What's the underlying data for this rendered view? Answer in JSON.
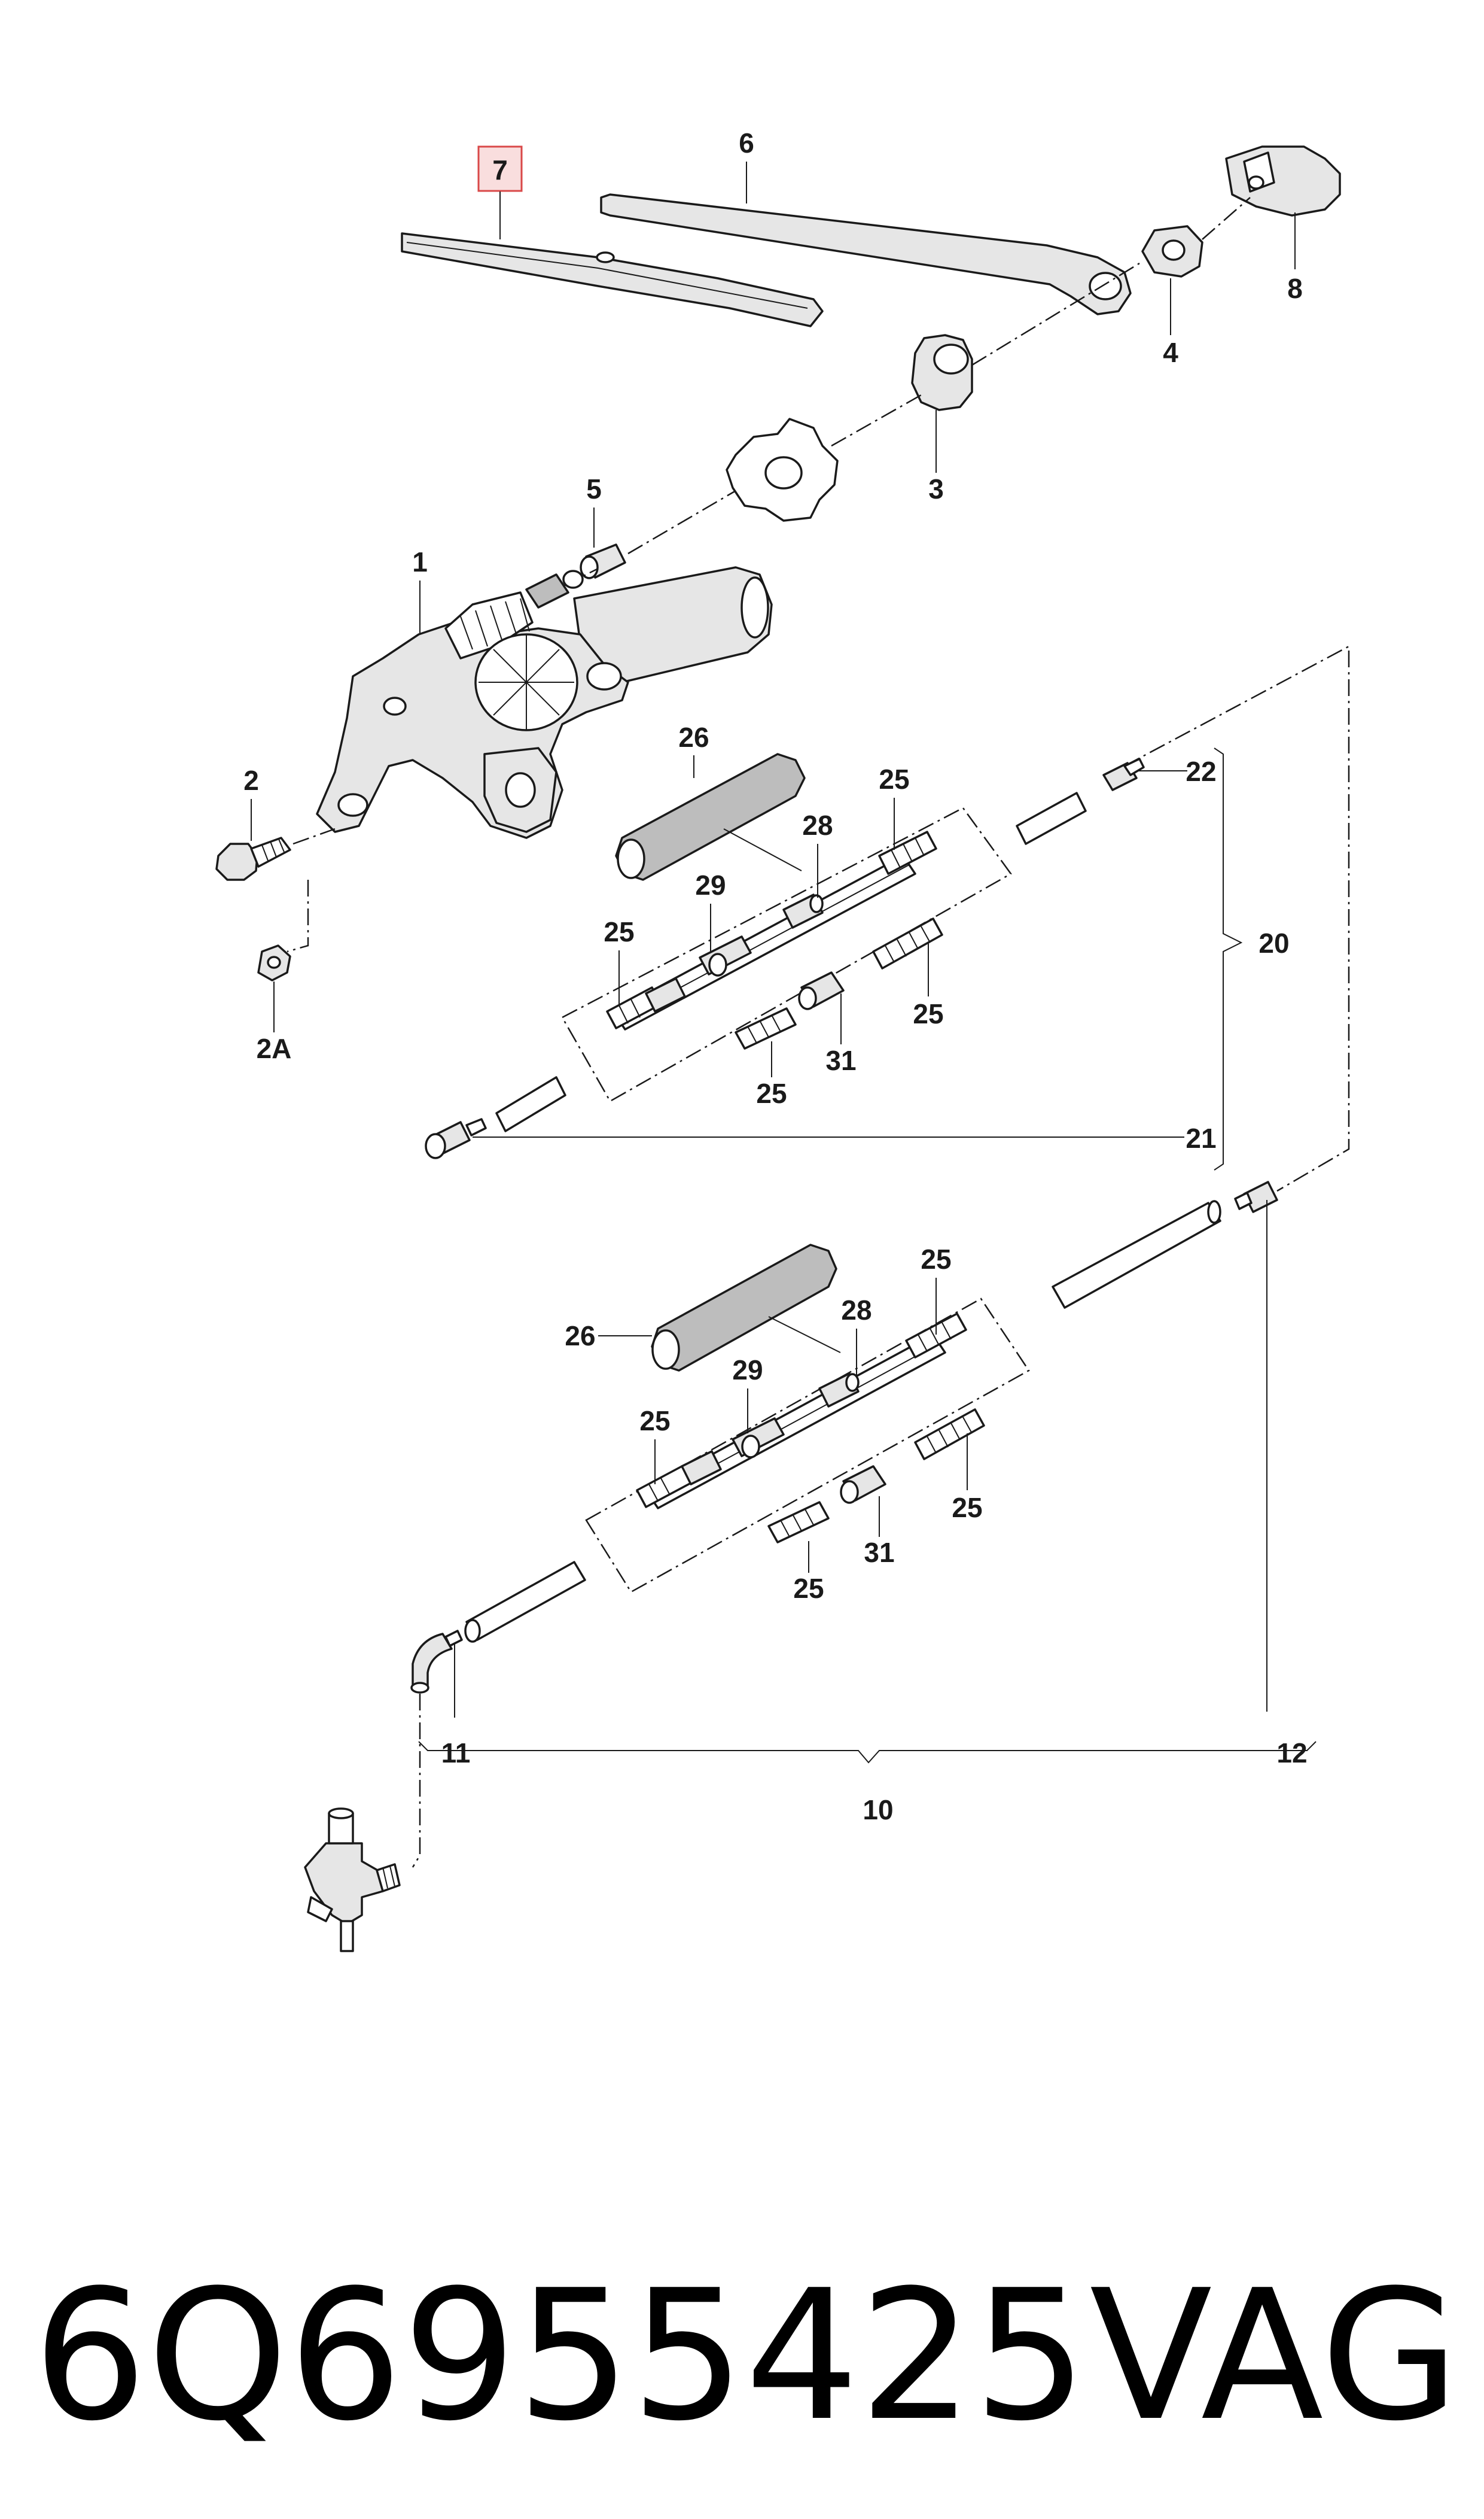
{
  "diagram": {
    "highlighted_label": "7",
    "callouts": {
      "c1": "1",
      "c2": "2",
      "c2A": "2A",
      "c3": "3",
      "c4": "4",
      "c5": "5",
      "c6": "6",
      "c8": "8",
      "c10": "10",
      "c11": "11",
      "c12": "12",
      "c20": "20",
      "c21": "21",
      "c22": "22",
      "c26a": "26",
      "c25a": "25",
      "c28a": "28",
      "c29a": "29",
      "c25b": "25",
      "c25c": "25",
      "c31a": "31",
      "c25d": "25",
      "c25e": "25",
      "c26b": "26",
      "c28b": "28",
      "c29b": "29",
      "c25f": "25",
      "c25g": "25",
      "c31b": "31",
      "c25h": "25"
    }
  },
  "caption": {
    "part_number": "6Q6955425",
    "brand": "VAG"
  },
  "colors": {
    "highlight_fill": "#f9dede",
    "highlight_border": "#d94848",
    "line": "#1a1a1a"
  }
}
